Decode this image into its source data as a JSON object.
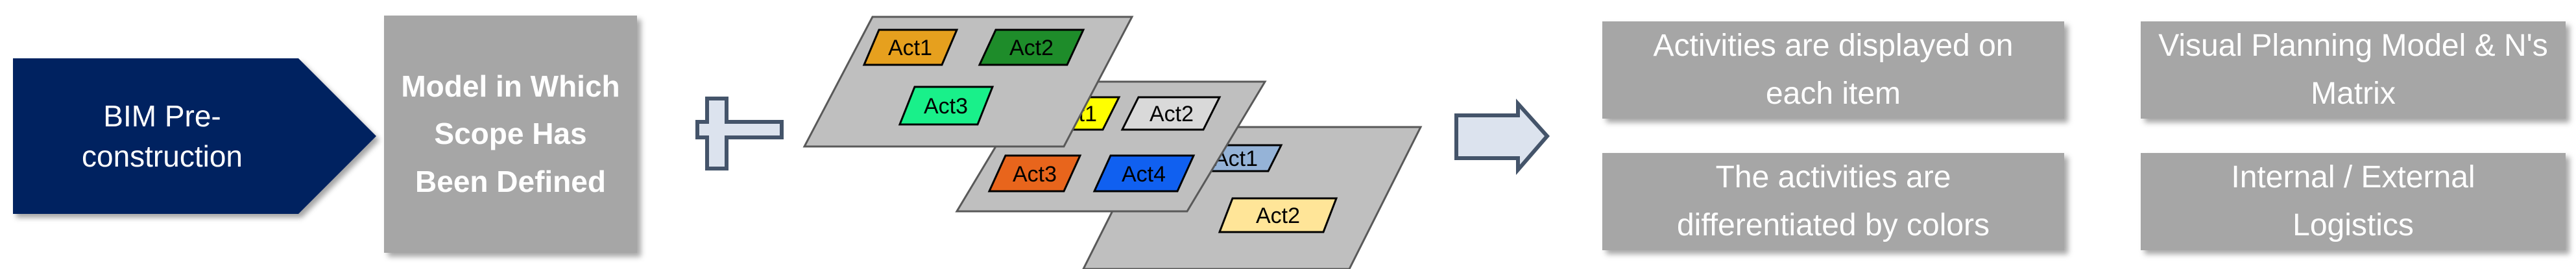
{
  "colors": {
    "bim_shape": "#002060",
    "gray_box": "#a6a6a6",
    "outline_arrow": "#44546a",
    "plate": "#bfbfbf",
    "act1": "#e6a01e",
    "act2": "#1e8c2a",
    "act3_green": "#19f08a",
    "act1_yellow": "#ffff00",
    "act2_light": "#d9d9d9",
    "act3_orange": "#e8651c",
    "act4": "#1060f0",
    "act1_blue": "#95b3d7",
    "act2_cream": "#ffe598"
  },
  "bim": {
    "label": "BIM Pre-construction"
  },
  "scope": {
    "label": "Model in Which Scope Has Been Defined"
  },
  "icons": {
    "plus": "plus-icon",
    "arrow": "right-arrow-icon"
  },
  "plates": {
    "top": {
      "act1": "Act1",
      "act2": "Act2",
      "act3": "Act3"
    },
    "middle": {
      "act1": "Act1",
      "act2": "Act2",
      "act3": "Act3",
      "act4": "Act4"
    },
    "bottom": {
      "act1": "Act1",
      "act2": "Act2"
    }
  },
  "results": {
    "activities_displayed": "Activities are displayed on each item",
    "activities_colors": "The activities are differentiated by colors",
    "visual_planning": "Visual Planning Model & N's Matrix",
    "logistics": "Internal / External Logistics"
  }
}
